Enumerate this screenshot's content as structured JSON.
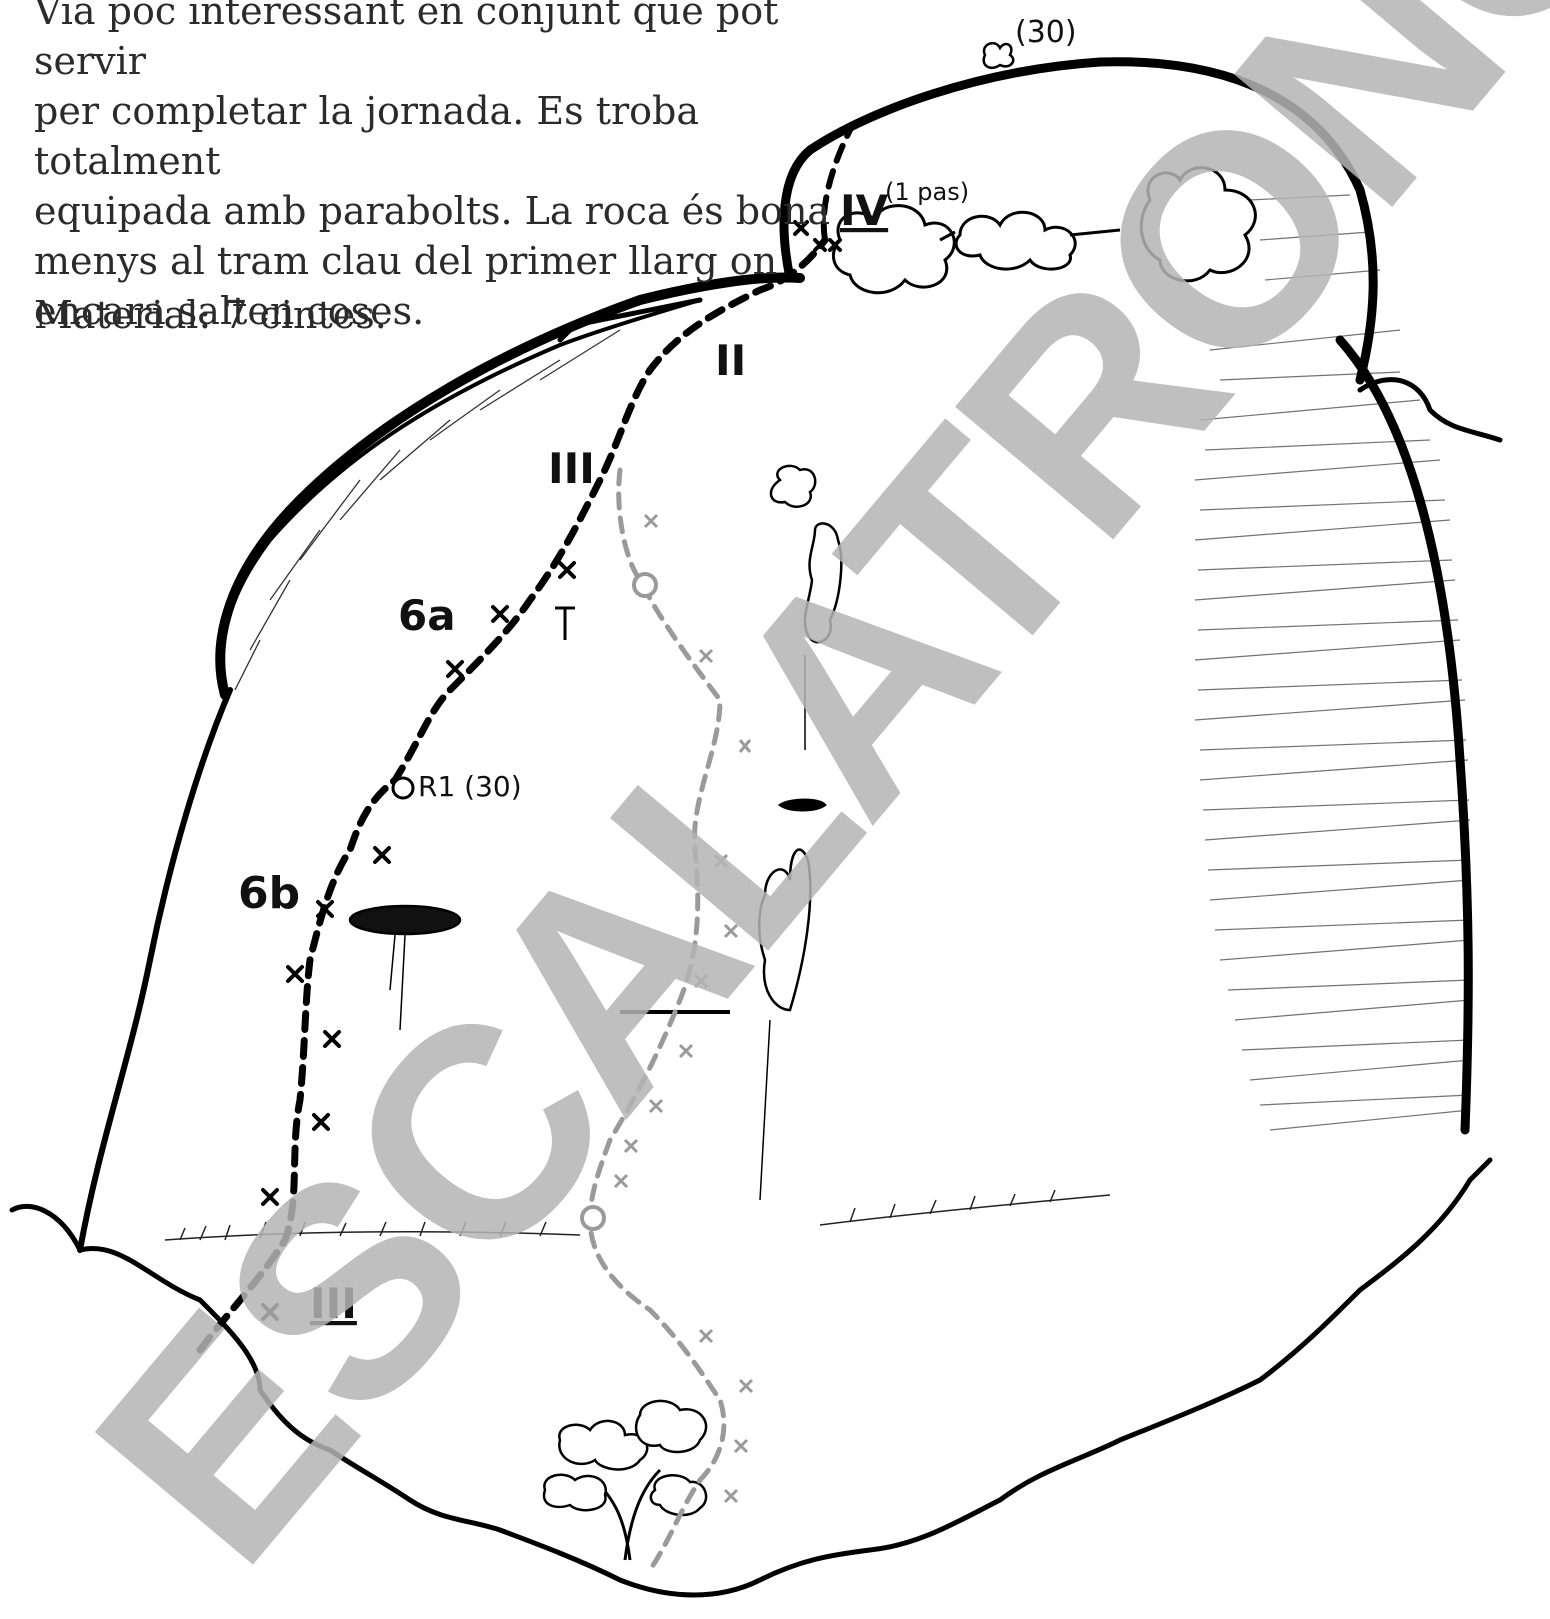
{
  "description": {
    "lines": [
      "Via poc interessant en conjunt que pot servir",
      "per completar la jornada. Es troba totalment",
      "equipada amb parabolts. La roca és bona",
      "menys al tram clau del primer llarg on",
      "encara salten coses."
    ],
    "material": "Material: 7 cintes."
  },
  "topo": {
    "top_anchor_label": "(30)",
    "pitch_grades": {
      "summit": "IV",
      "summit_note": "(1 pas)",
      "upper_slab": "II",
      "upper": "III",
      "first_pitch_top": "6a",
      "first_pitch_crux": "6b",
      "approach": "III"
    },
    "belay_label": "R1 (30)"
  },
  "watermark": "ESCALATRONC",
  "colors": {
    "ink": "#111111",
    "route": "#000000",
    "other_route": "#9a9a9a",
    "watermark": "#b5b5b5"
  }
}
